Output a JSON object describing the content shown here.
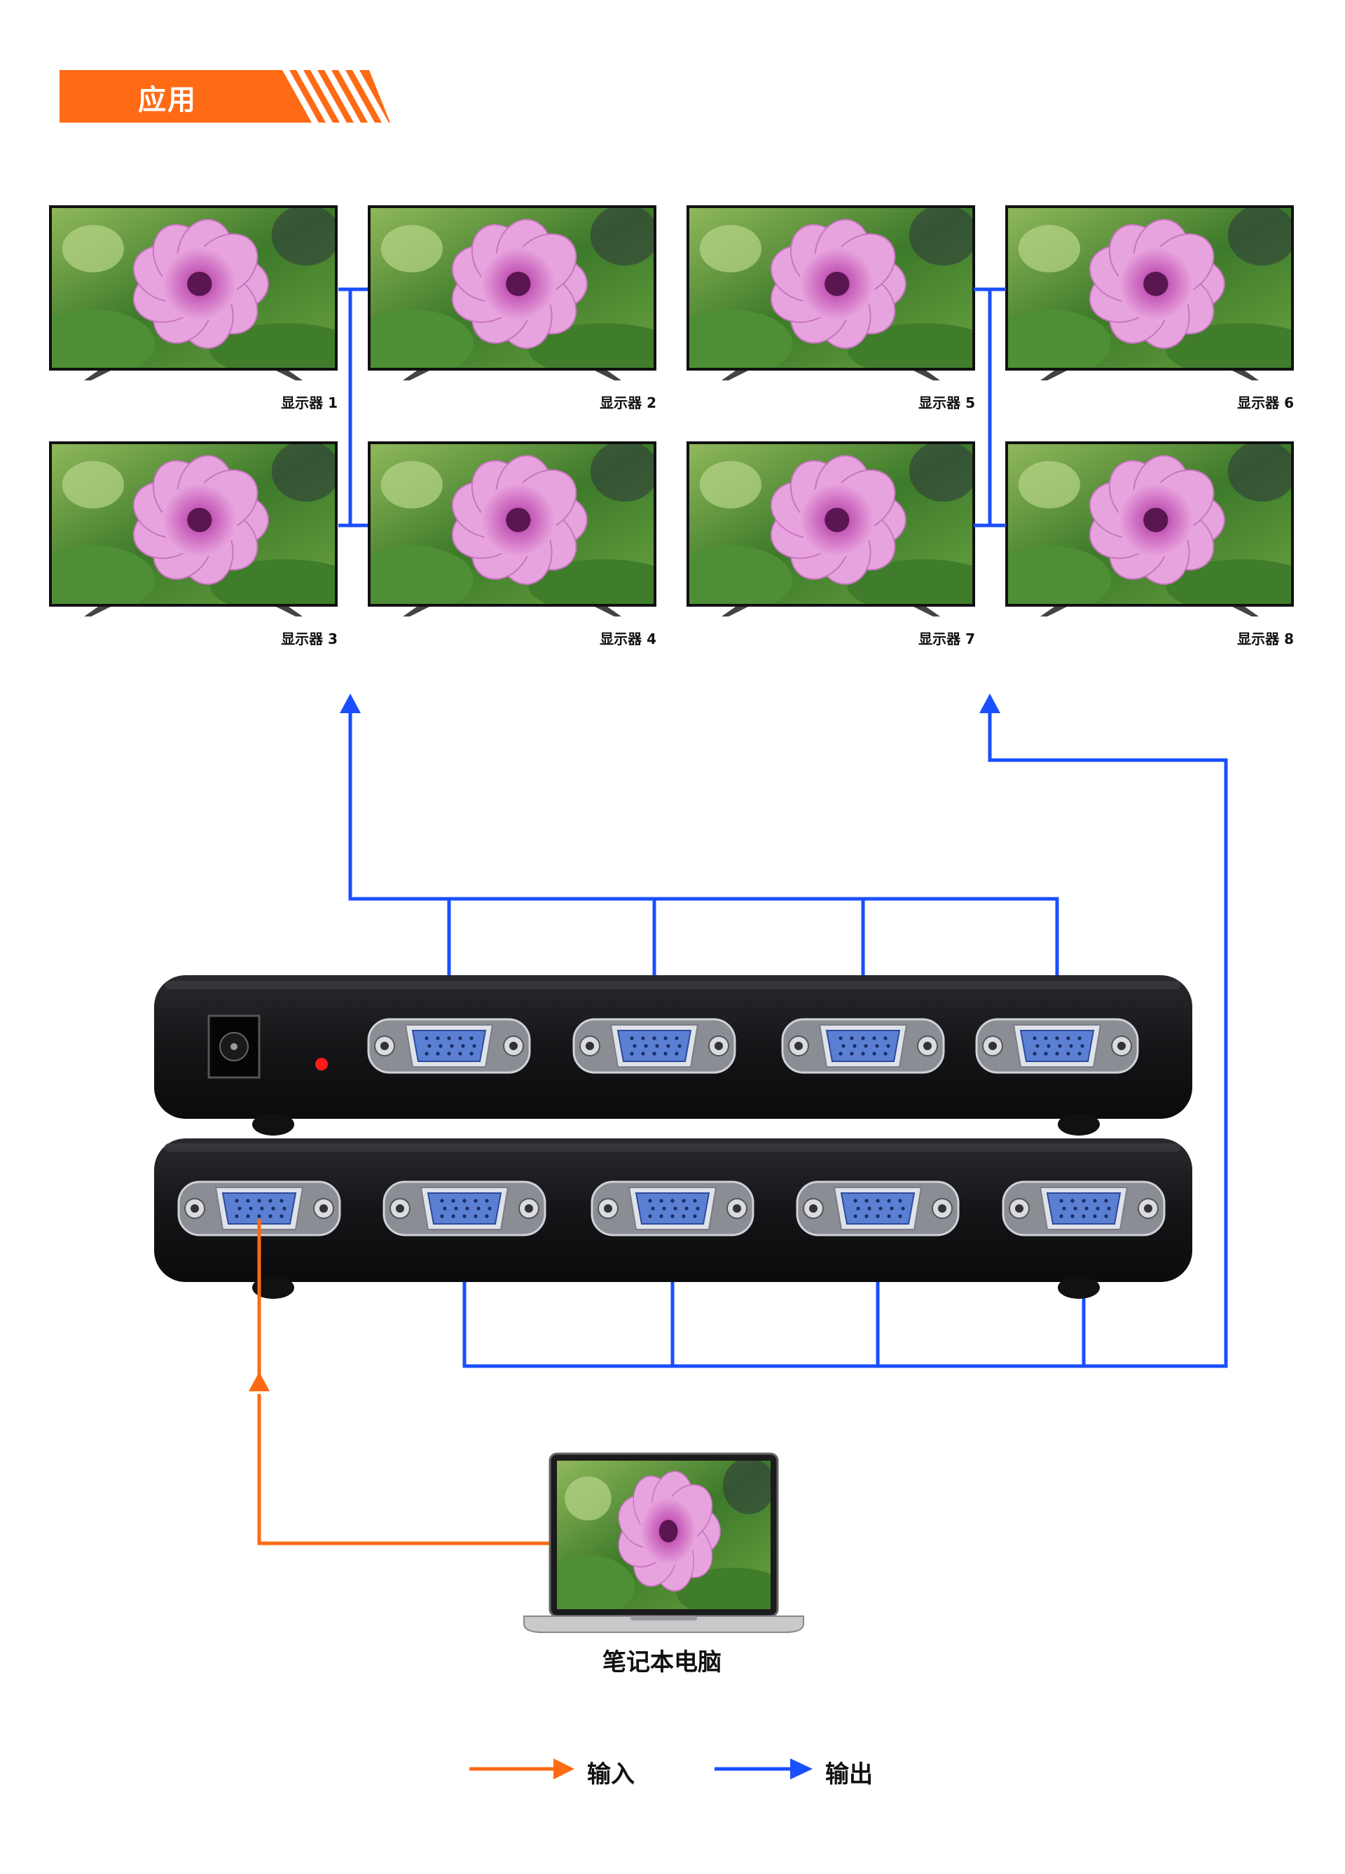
{
  "header": {
    "title": "应用"
  },
  "monitors": [
    {
      "label": "显示器 1"
    },
    {
      "label": "显示器 2"
    },
    {
      "label": "显示器 5"
    },
    {
      "label": "显示器 6"
    },
    {
      "label": "显示器 3"
    },
    {
      "label": "显示器 4"
    },
    {
      "label": "显示器 7"
    },
    {
      "label": "显示器 8"
    }
  ],
  "source": {
    "label": "笔记本电脑"
  },
  "legend": {
    "input_label": "输入",
    "output_label": "输出",
    "input_color": "#ff6a14",
    "output_color": "#1a4fff"
  }
}
